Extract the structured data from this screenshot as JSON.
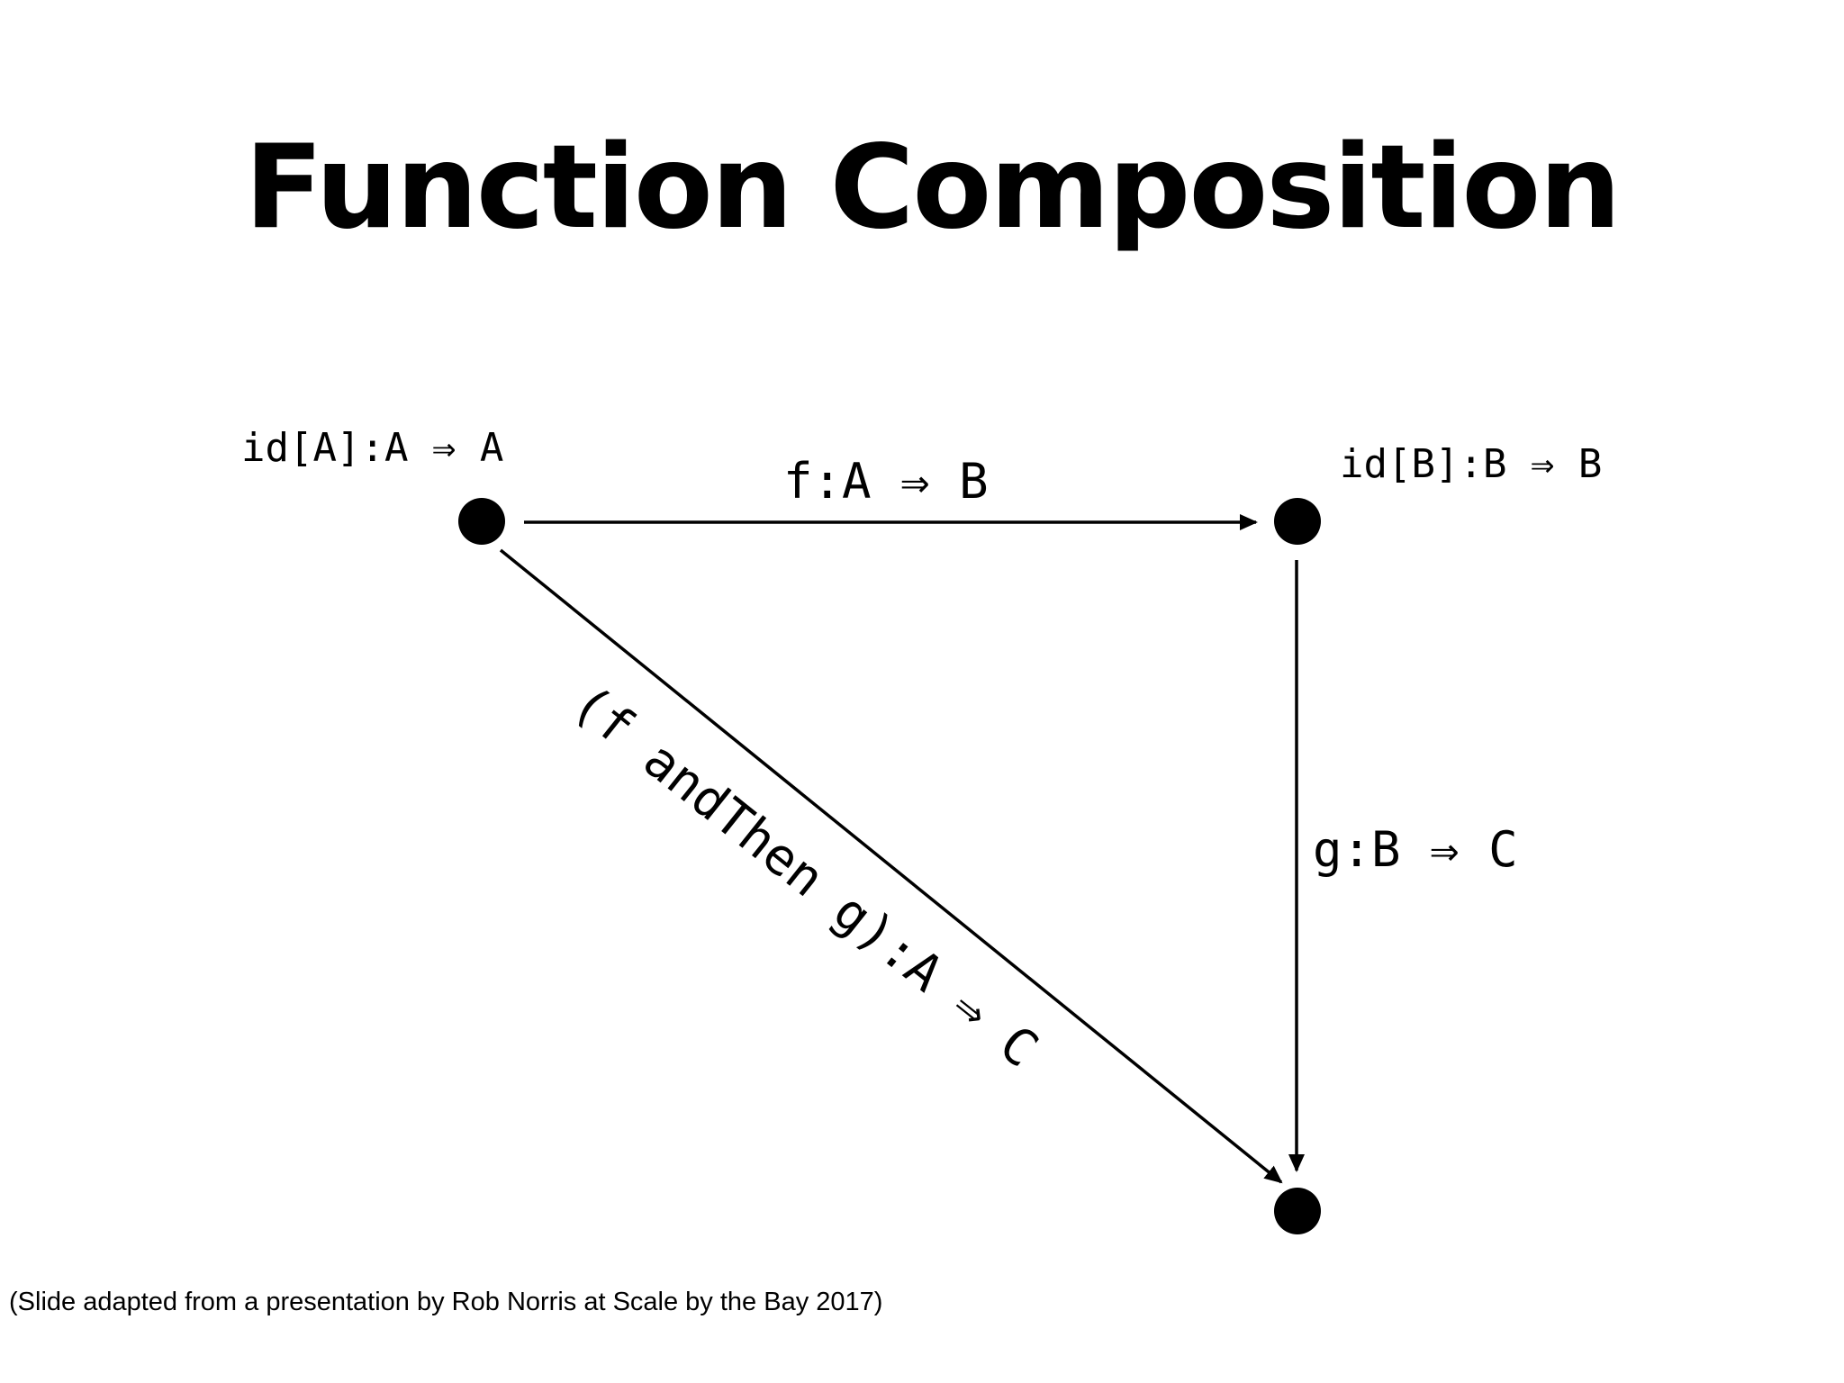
{
  "slide": {
    "title": "Function Composition",
    "footnote": "(Slide adapted from a presentation by Rob Norris at Scale by the Bay 2017)"
  },
  "diagram": {
    "labels": {
      "id_a": "id[A]:A ⇒ A",
      "id_b": "id[B]:B ⇒ B",
      "f": "f:A ⇒ B",
      "g": "g:B ⇒ C",
      "composed": "(f andThen g):A ⇒ C"
    },
    "node_color": "#000000",
    "edge_color": "#000000"
  }
}
